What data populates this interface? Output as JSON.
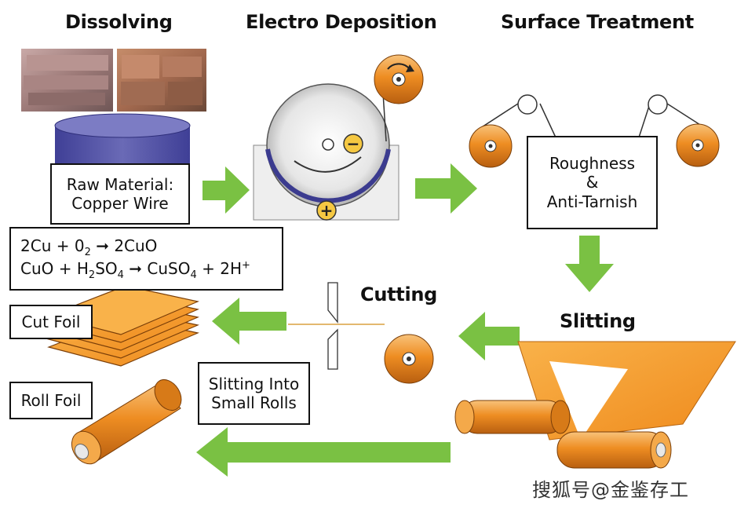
{
  "headings": {
    "dissolving": "Dissolving",
    "electro_deposition": "Electro Deposition",
    "surface_treatment": "Surface Treatment",
    "cutting": "Cutting",
    "slitting": "Slitting"
  },
  "boxes": {
    "raw_material": [
      "Raw Material:",
      "Copper Wire"
    ],
    "equations": [
      {
        "parts": [
          {
            "t": "2Cu + 0"
          },
          {
            "t": "2",
            "sub": true
          },
          {
            "t": " ➞ 2CuO"
          }
        ]
      },
      {
        "parts": [
          {
            "t": "CuO + H"
          },
          {
            "t": "2",
            "sub": true
          },
          {
            "t": "SO"
          },
          {
            "t": "4",
            "sub": true
          },
          {
            "t": " ➞ CuSO"
          },
          {
            "t": "4",
            "sub": true
          },
          {
            "t": " + 2H"
          },
          {
            "t": "+",
            "sup": true
          }
        ]
      }
    ],
    "roughness": [
      "Roughness",
      "&",
      "Anti-Tarnish"
    ],
    "cut_foil": "Cut Foil",
    "roll_foil": "Roll Foil",
    "slitting_small": [
      "Slitting Into",
      "Small Rolls"
    ]
  },
  "symbols": {
    "minus": "−",
    "plus": "+"
  },
  "watermark": "搜狐号@金鉴存工",
  "colors": {
    "arrow_green": "#7ac143",
    "copper_orange": "#ef8a1c",
    "copper_light": "#f6b24e",
    "tank_blue": "#5a5aa8",
    "drum_grey": "#d9d9d9"
  },
  "icons": [
    "rotation-arrow-icon",
    "minus-electrode-icon",
    "plus-electrode-icon",
    "blade-icon"
  ]
}
